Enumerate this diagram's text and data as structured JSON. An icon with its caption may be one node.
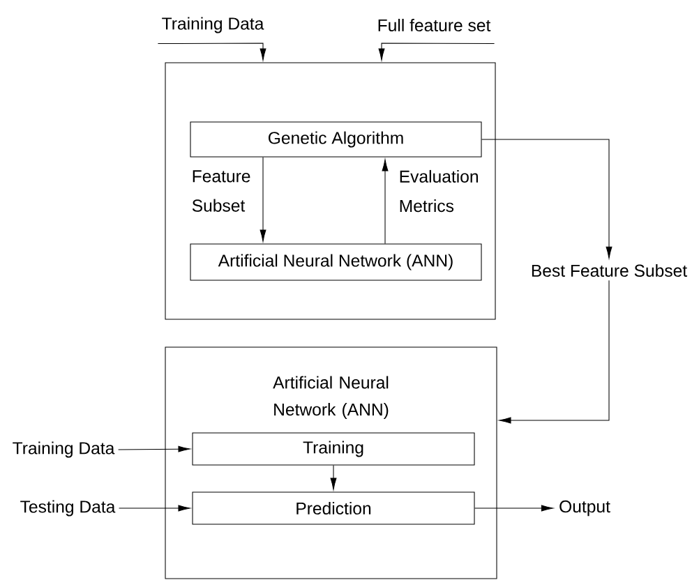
{
  "diagram": {
    "nodes": [
      {
        "text": [],
        "shape": "box"
      },
      {
        "text": [
          "Genetic Algorithm"
        ],
        "in": 0
      },
      {
        "text": [
          "Artificial Neural Network (ANN)"
        ],
        "in": 0
      },
      {
        "text": [
          "Artificial Neural Network (ANN)"
        ]
      },
      {
        "text": [
          "Training"
        ],
        "in": 3
      },
      {
        "text": [
          "Prediction"
        ],
        "in": 3
      },
      {
        "text": [
          "Training Data"
        ]
      },
      {
        "text": [
          "Full feature set"
        ]
      },
      {
        "text": [
          "Best Feature Subset"
        ]
      },
      {
        "text": [
          "Training Data"
        ]
      },
      {
        "text": [
          "Testing Data"
        ]
      },
      {
        "text": [
          "Output"
        ]
      }
    ],
    "edges": [
      {
        "from": 6,
        "to": 0,
        "arrow": "to"
      },
      {
        "from": 7,
        "to": 0,
        "arrow": "to"
      },
      {
        "from": 1,
        "to": 2,
        "arrow": "to",
        "label": "Feature Subset"
      },
      {
        "from": 2,
        "to": 1,
        "arrow": "to",
        "label": "Evaluation Metrics"
      },
      {
        "from": 1,
        "to": 8,
        "arrow": "to"
      },
      {
        "from": 8,
        "to": 3,
        "arrow": "to"
      },
      {
        "from": 9,
        "to": 4,
        "arrow": "to"
      },
      {
        "from": 4,
        "to": 5,
        "arrow": "to"
      },
      {
        "from": 10,
        "to": 5,
        "arrow": "to"
      },
      {
        "from": 5,
        "to": 11,
        "arrow": "to"
      }
    ]
  }
}
